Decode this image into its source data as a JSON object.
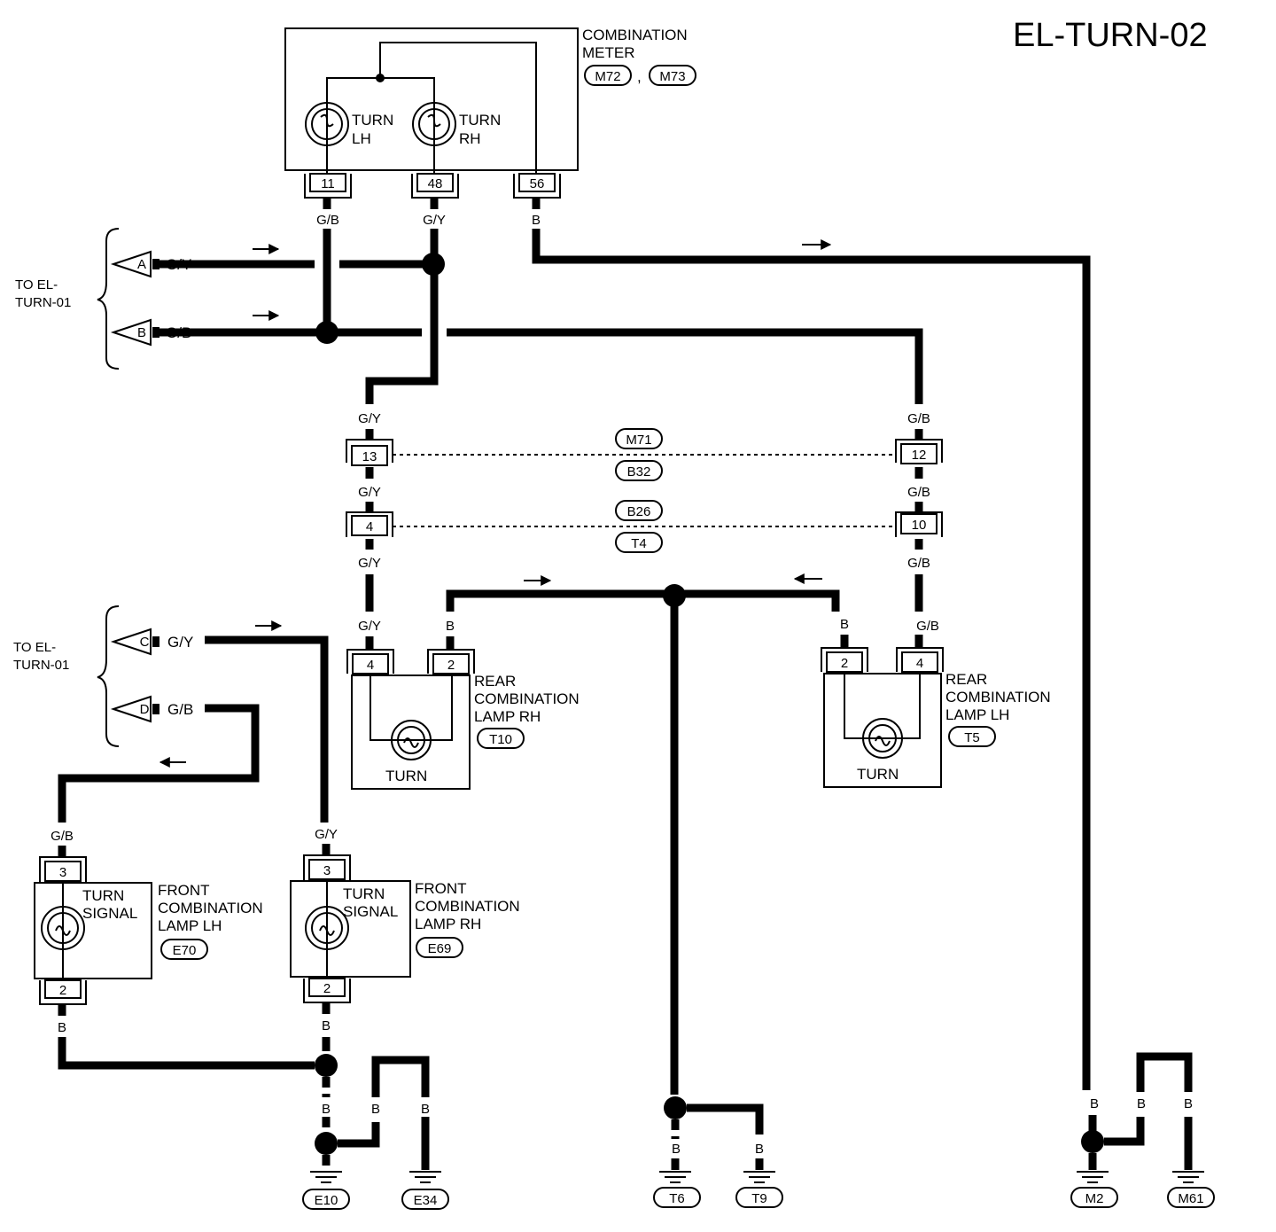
{
  "title": "EL-TURN-02",
  "combination_meter": {
    "name_line1": "COMBINATION",
    "name_line2": "METER",
    "connector_1": "M72",
    "separator": ",",
    "connector_2": "M73",
    "lamp_lh_line1": "TURN",
    "lamp_lh_line2": "LH",
    "lamp_rh_line1": "TURN",
    "lamp_rh_line2": "RH",
    "pin_lh": "11",
    "pin_rh": "48",
    "pin_ground": "56"
  },
  "wire_colors": {
    "gb": "G/B",
    "gy": "G/Y",
    "b": "B"
  },
  "to_el_turn_01_top": {
    "line1": "TO EL-",
    "line2": "TURN-01",
    "arrow_a": "A",
    "arrow_b": "B"
  },
  "to_el_turn_01_bottom": {
    "line1": "TO EL-",
    "line2": "TURN-01",
    "arrow_c": "C",
    "arrow_d": "D"
  },
  "inline_connectors": {
    "upper_left_pin": "13",
    "upper_right_pin": "12",
    "upper_top": "M71",
    "upper_bottom": "B32",
    "lower_left_pin": "4",
    "lower_right_pin": "10",
    "lower_top": "B26",
    "lower_bottom": "T4"
  },
  "rear_rh": {
    "line1": "REAR",
    "line2": "COMBINATION",
    "line3": "LAMP RH",
    "connector": "T10",
    "pin_signal": "4",
    "pin_ground": "2",
    "bulb": "TURN"
  },
  "rear_lh": {
    "line1": "REAR",
    "line2": "COMBINATION",
    "line3": "LAMP LH",
    "connector": "T5",
    "pin_ground": "2",
    "pin_signal": "4",
    "bulb": "TURN"
  },
  "front_lh": {
    "line1": "FRONT",
    "line2": "COMBINATION",
    "line3": "LAMP LH",
    "connector": "E70",
    "bulb_line1": "TURN",
    "bulb_line2": "SIGNAL",
    "pin_signal": "3",
    "pin_ground": "2"
  },
  "front_rh": {
    "line1": "FRONT",
    "line2": "COMBINATION",
    "line3": "LAMP RH",
    "connector": "E69",
    "bulb_line1": "TURN",
    "bulb_line2": "SIGNAL",
    "pin_signal": "3",
    "pin_ground": "2"
  },
  "grounds": [
    "E10",
    "E34",
    "T6",
    "T9",
    "M2",
    "M61"
  ]
}
